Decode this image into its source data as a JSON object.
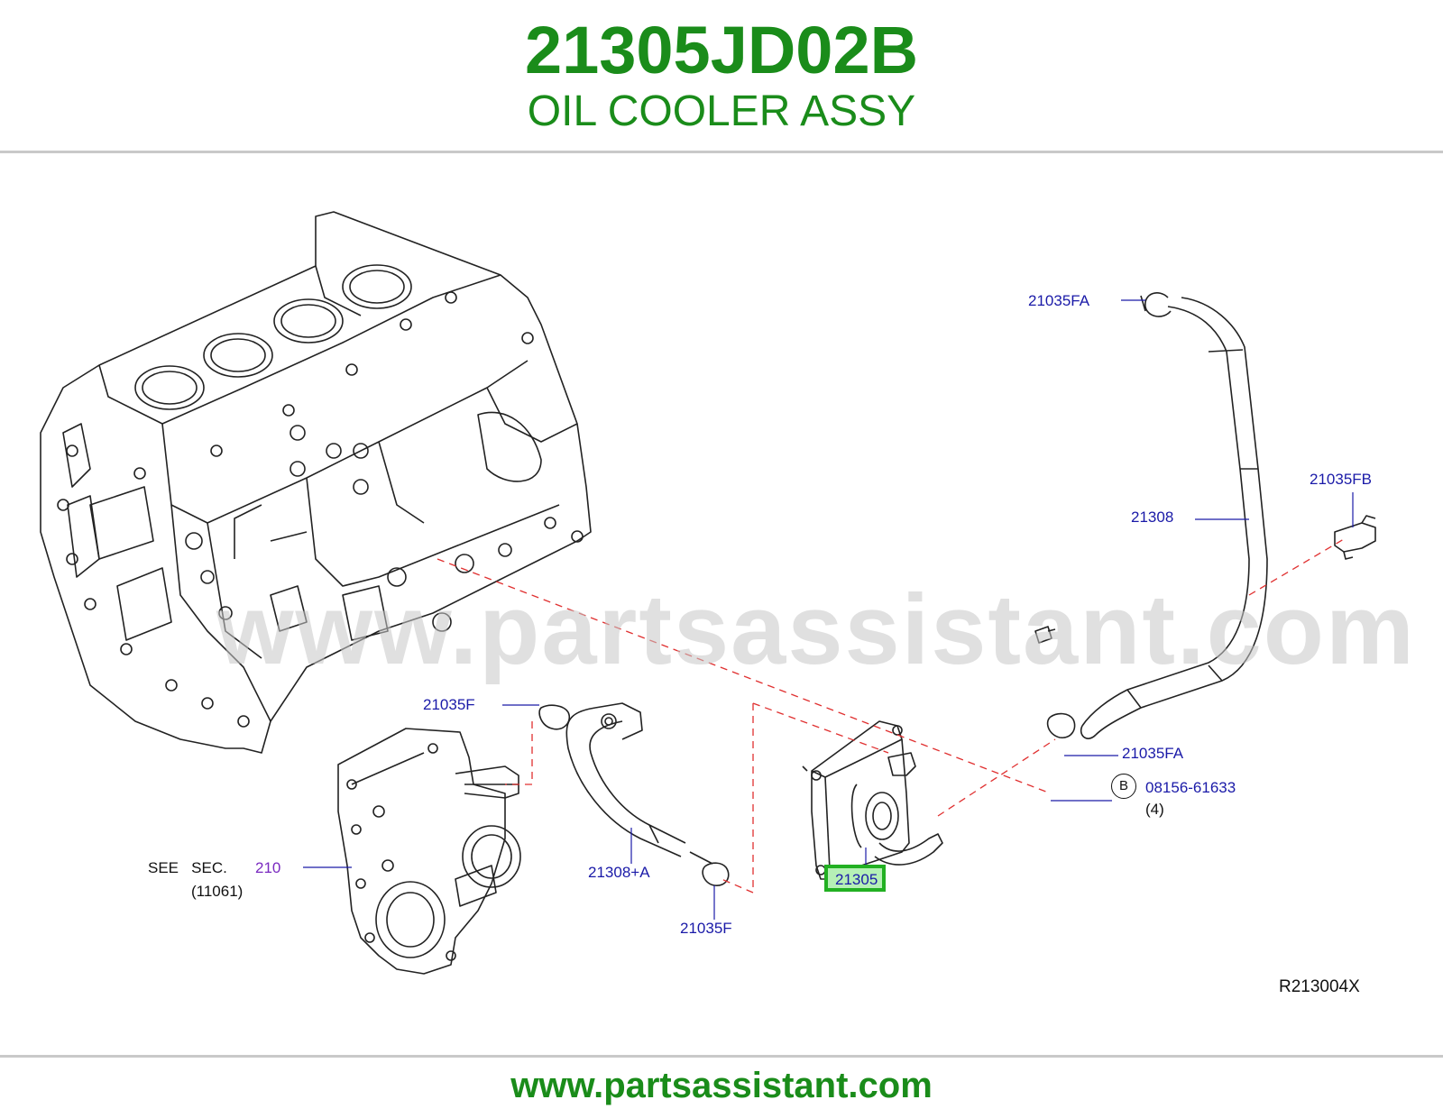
{
  "header": {
    "part_number": "21305JD02B",
    "part_name": "OIL COOLER ASSY"
  },
  "footer": {
    "url": "www.partsassistant.com"
  },
  "watermark": {
    "text": "www.partsassistant.com"
  },
  "diagram": {
    "reference_code": "R213004X",
    "see_section": {
      "prefix": "SEE   SEC.",
      "section": "210",
      "sub": "(11061)"
    },
    "callouts": {
      "clamp_upper_hose_top": "21035FA",
      "clamp_bracket": "21035FB",
      "hose_upper": "21308",
      "clamp_upper_hose_bottom": "21035FA",
      "clamp_lower_hose_top": "21035F",
      "hose_lower": "21308+A",
      "clamp_lower_hose_bottom": "21035F",
      "oil_cooler": "21305",
      "bolt": "08156-61633",
      "bolt_qty": "(4)",
      "bolt_letter": "B"
    },
    "colors": {
      "callout_text": "#1a1aa8",
      "leader_dashed": "#e03030",
      "highlight_border": "#22b022",
      "highlight_fill": "#b6f0b6",
      "title": "#1a8c1a"
    }
  }
}
